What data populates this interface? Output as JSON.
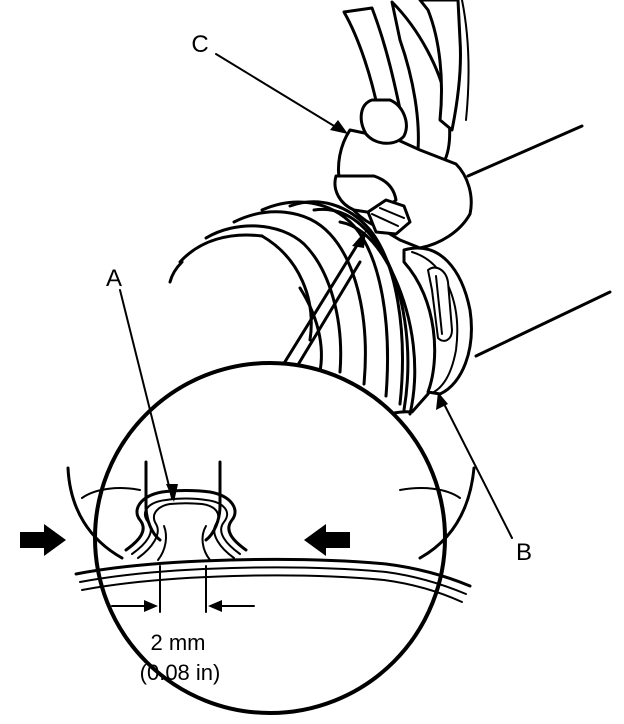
{
  "labels": {
    "a": "A",
    "b": "B",
    "c": "C"
  },
  "measurement": {
    "metric": "2 mm",
    "imperial": "(0.08 in)"
  },
  "colors": {
    "ink": "#000000",
    "paper": "#ffffff"
  },
  "icons": {
    "left_arrow": "arrow-right-icon",
    "right_arrow": "arrow-left-icon"
  }
}
